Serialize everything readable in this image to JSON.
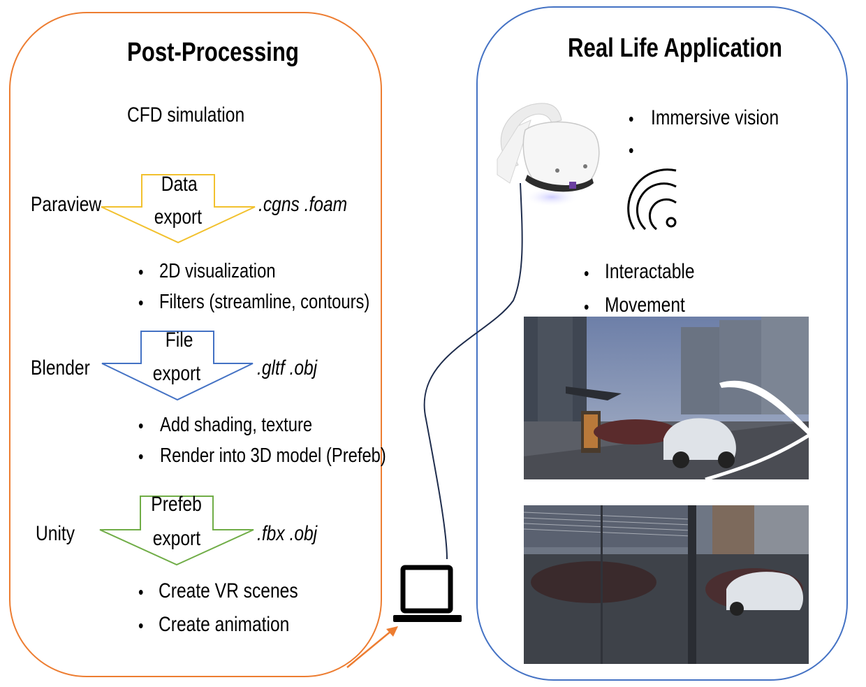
{
  "left_panel": {
    "title": "Post-Processing",
    "source": "CFD simulation",
    "stages": [
      {
        "tool": "Paraview",
        "arrow_label": [
          "Data",
          "export"
        ],
        "formats": ".cgns  .foam",
        "arrow_color": "#F2C12E",
        "bullets": [
          "2D visualization",
          "Filters (streamline, contours)"
        ]
      },
      {
        "tool": "Blender",
        "arrow_label": [
          "File",
          "export"
        ],
        "formats": ".gltf   .obj",
        "arrow_color": "#4472C4",
        "bullets": [
          "Add shading, texture",
          "Render into 3D model (Prefeb)"
        ]
      },
      {
        "tool": "Unity",
        "arrow_label": [
          "Prefeb",
          "export"
        ],
        "formats": ".fbx   .obj",
        "arrow_color": "#70AD47",
        "bullets": [
          "Create VR scenes",
          "Create animation"
        ]
      }
    ]
  },
  "right_panel": {
    "title": "Real Life Application",
    "bullets_top": [
      "Immersive vision",
      ""
    ],
    "bullets_bottom": [
      "Interactable",
      "Movement"
    ]
  },
  "icons": {
    "headset": "vr-headset-icon",
    "wireless": "wireless-signal-icon",
    "laptop": "laptop-icon"
  },
  "colors": {
    "left_border": "#ED7D31",
    "right_border": "#4472C4",
    "cable": "#1F2D4D",
    "connector_arrow": "#ED7D31"
  }
}
